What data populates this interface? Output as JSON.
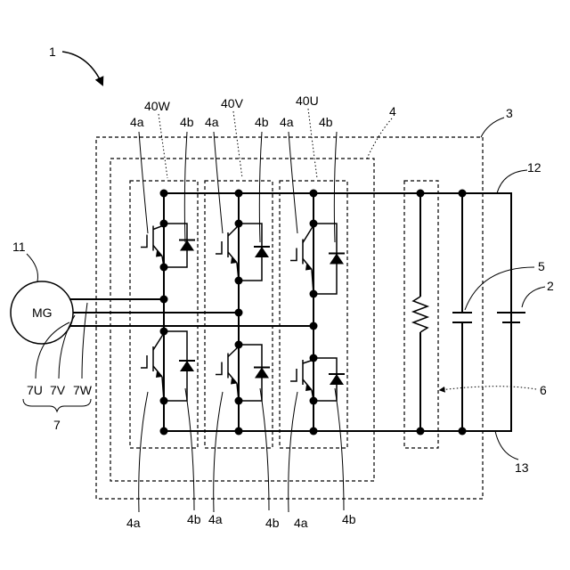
{
  "labels": {
    "device": "1",
    "motor_ref": "11",
    "motor_text": "MG",
    "case": "3",
    "inverter": "4",
    "dc_pos_line": "12",
    "dc_neg_line": "13",
    "capacitor": "5",
    "battery": "2",
    "resistor": "6",
    "legs": [
      "40W",
      "40V",
      "40U"
    ],
    "switch_elem": "4a",
    "diode_elem": "4b",
    "phase_wires": [
      "7U",
      "7V",
      "7W"
    ],
    "cable_group": "7"
  },
  "colors": {
    "line": "#000000",
    "background": "#ffffff"
  }
}
